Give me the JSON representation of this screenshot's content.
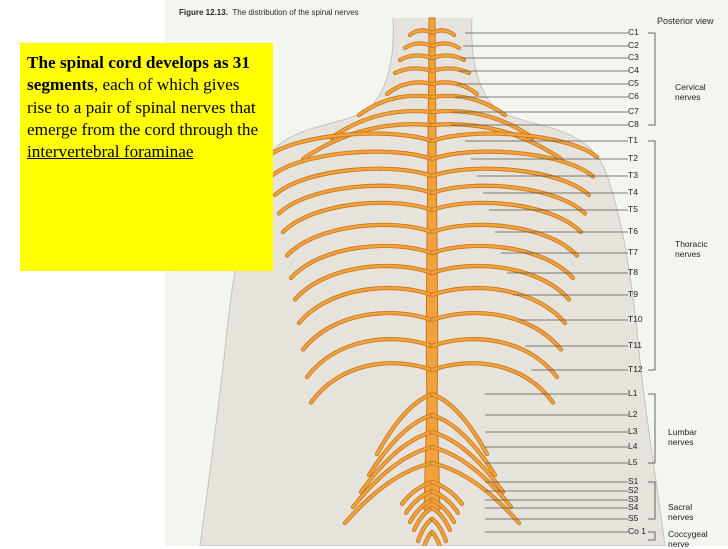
{
  "figure": {
    "number": "Figure 12.13.",
    "caption": "The distribution of the spinal nerves",
    "view": "Posterior view",
    "colors": {
      "nerve": "#f2a23c",
      "nerve_edge": "#c7741a",
      "skin": "#e5e3dc",
      "leader": "#555555",
      "background": "#f3f5f1"
    }
  },
  "segments": [
    {
      "label": "C1"
    },
    {
      "label": "C2"
    },
    {
      "label": "C3"
    },
    {
      "label": "C4"
    },
    {
      "label": "C5"
    },
    {
      "label": "C6"
    },
    {
      "label": "C7"
    },
    {
      "label": "C8"
    },
    {
      "label": "T1"
    },
    {
      "label": "T2"
    },
    {
      "label": "T3"
    },
    {
      "label": "T4"
    },
    {
      "label": "T5"
    },
    {
      "label": "T6"
    },
    {
      "label": "T7"
    },
    {
      "label": "T8"
    },
    {
      "label": "T9"
    },
    {
      "label": "T10"
    },
    {
      "label": "T11"
    },
    {
      "label": "T12"
    },
    {
      "label": "L1"
    },
    {
      "label": "L2"
    },
    {
      "label": "L3"
    },
    {
      "label": "L4"
    },
    {
      "label": "L5"
    },
    {
      "label": "S1"
    },
    {
      "label": "S2"
    },
    {
      "label": "S3"
    },
    {
      "label": "S4"
    },
    {
      "label": "S5"
    },
    {
      "label": "Co 1"
    }
  ],
  "groups": [
    {
      "line1": "Cervical",
      "line2": "nerves"
    },
    {
      "line1": "Thoracic",
      "line2": "nerves"
    },
    {
      "line1": "Lumbar",
      "line2": "nerves"
    },
    {
      "line1": "Sacral",
      "line2": "nerves"
    },
    {
      "line1": "Coccygeal",
      "line2": "nerve"
    }
  ],
  "callout": {
    "bold_text": "The spinal cord develops as 31 segments",
    "text": ", each of which gives rise to a pair of spinal nerves that emerge from the cord through the ",
    "link_text": "intervertebral foraminae",
    "background": "#ffff00"
  }
}
